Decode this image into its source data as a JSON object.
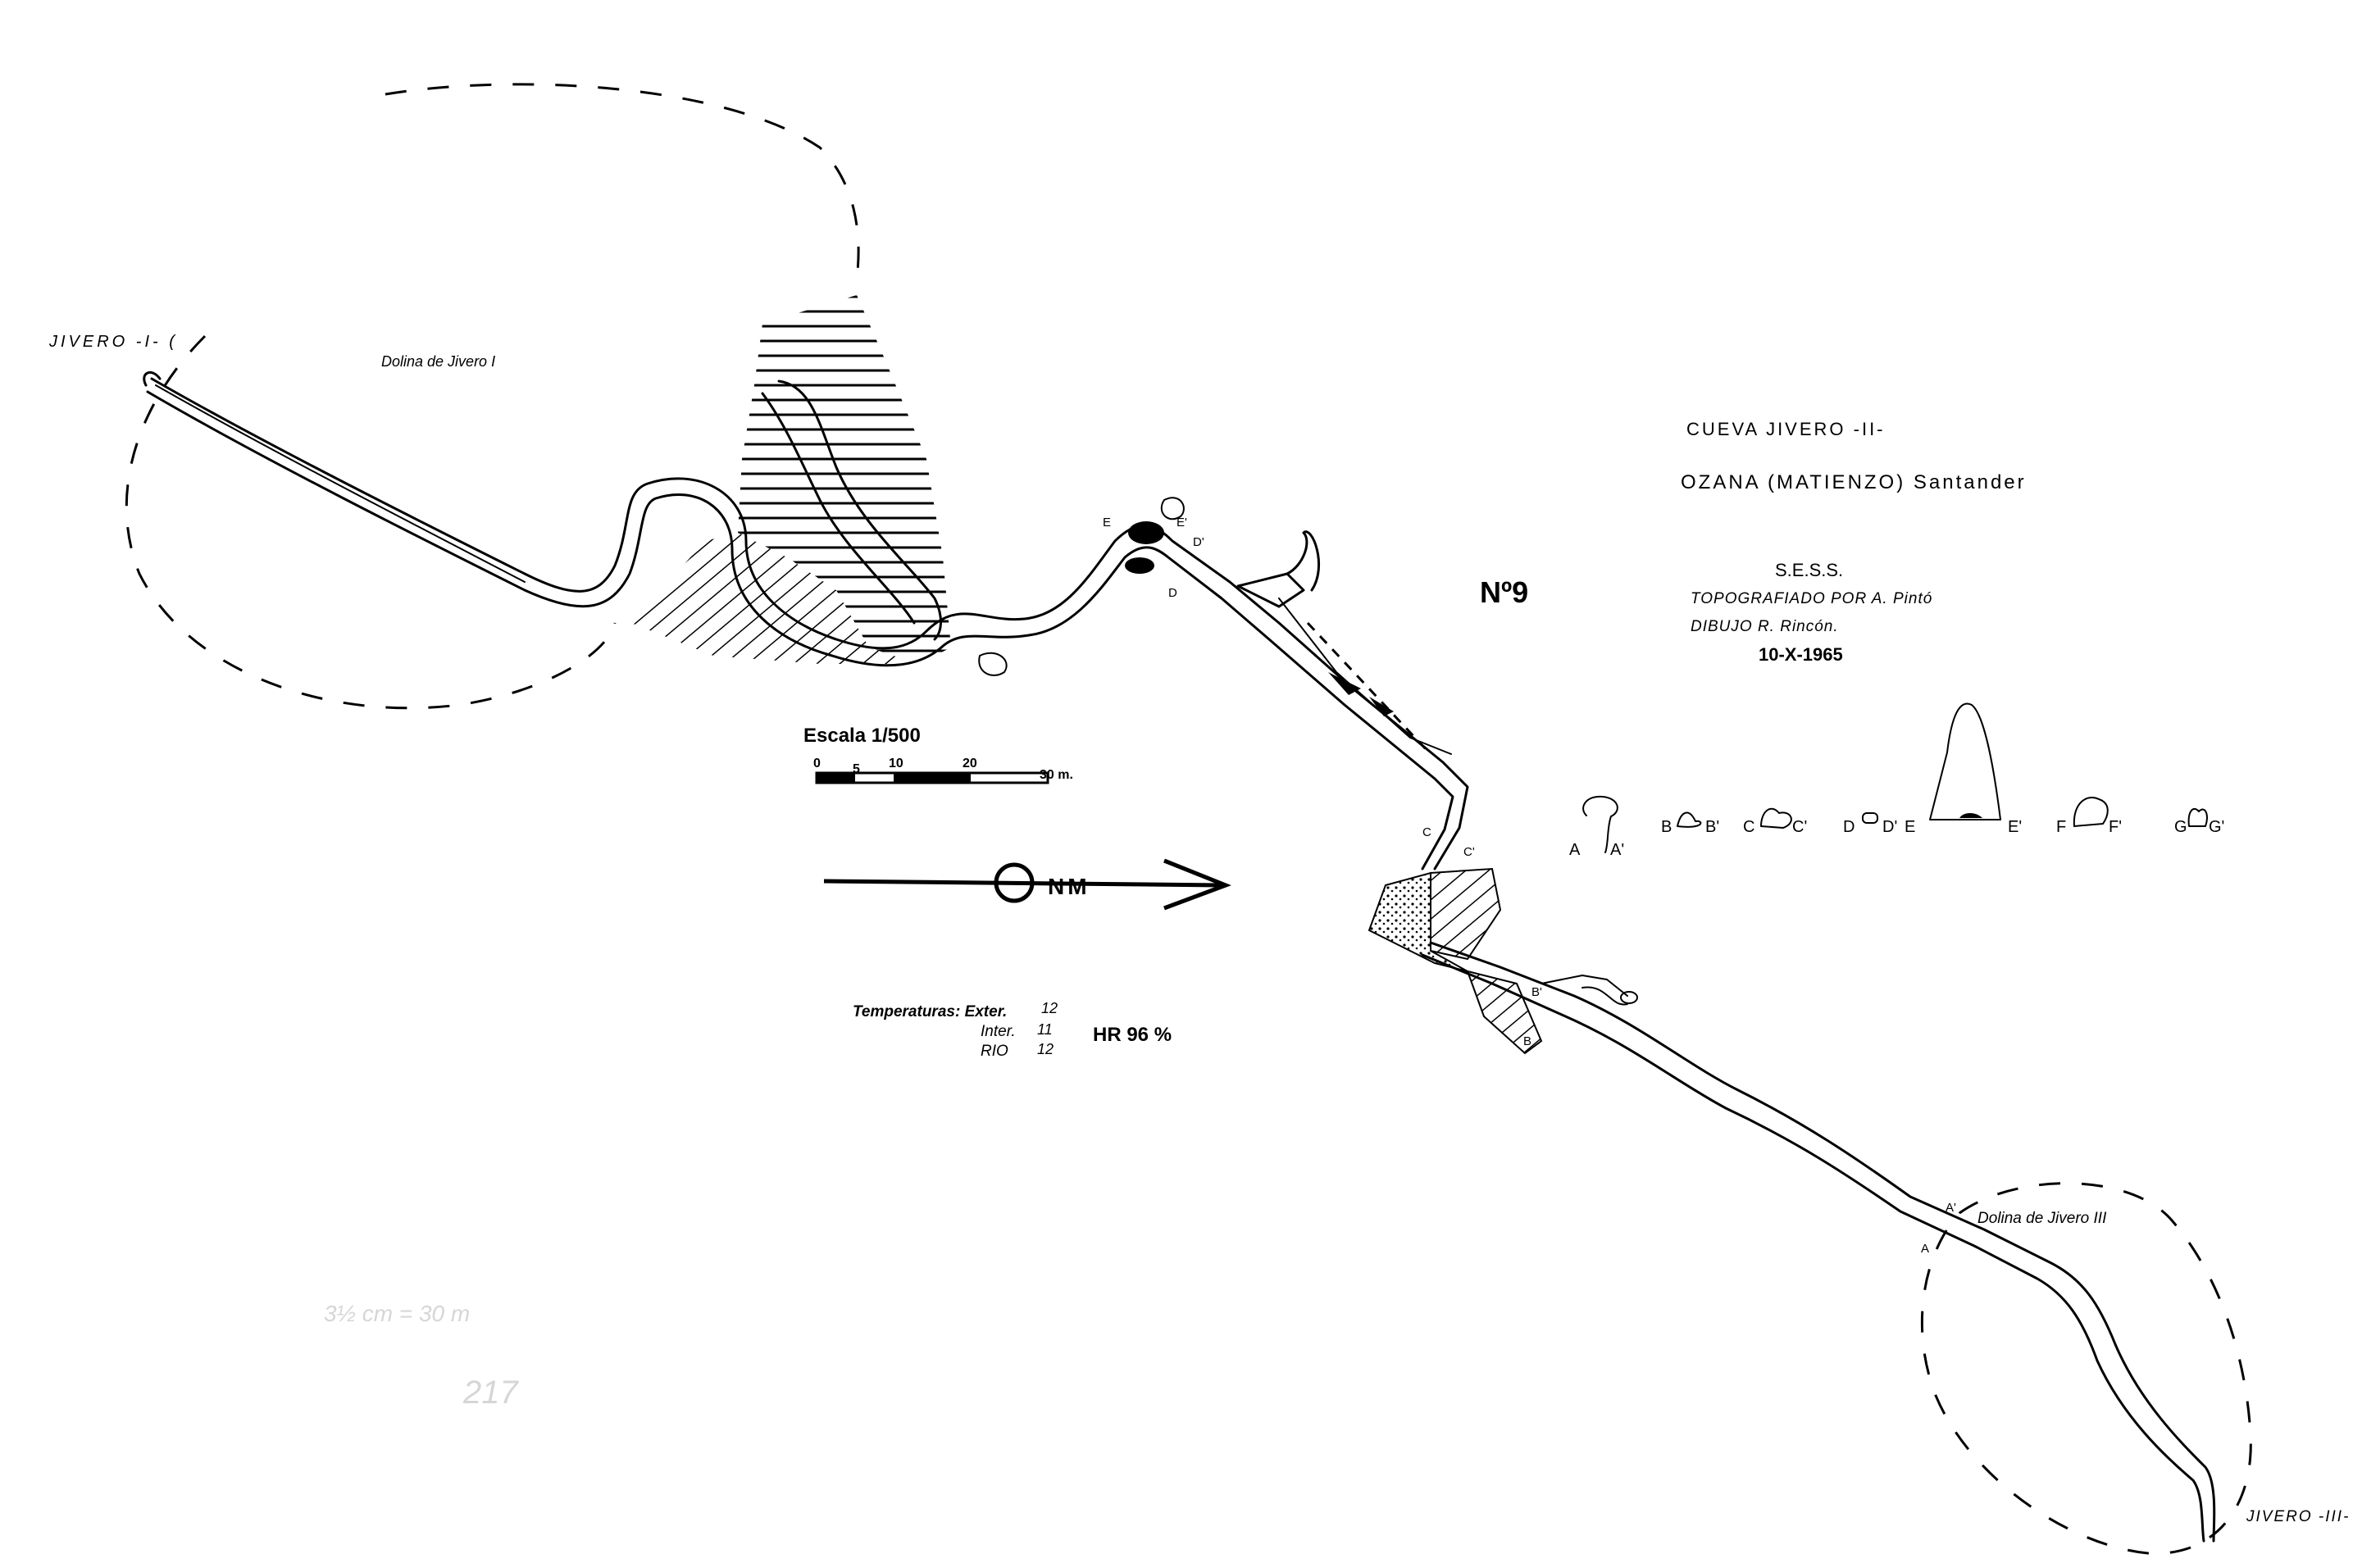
{
  "labels": {
    "entrance_1": "JIVERO -I- (",
    "doline_1": "Dolina de Jivero I",
    "cave_title": "CUEVA JIVERO -II-",
    "location": "OZANA (MATIENZO) Santander",
    "number": "Nº9",
    "club": "S.E.S.S.",
    "surveyed_by": "TOPOGRAFIADO POR A. Pintó",
    "drawn_by": "DIBUJO R. Rincón.",
    "date": "10-X-1965",
    "doline_3": "Dolina de Jivero III",
    "entrance_3": "JIVERO -III-"
  },
  "scale": {
    "title": "Escala 1/500",
    "ticks": [
      "0",
      "5",
      "10",
      "20",
      "30 m."
    ]
  },
  "north": {
    "label": "NM"
  },
  "climate": {
    "temp_label": "Temperaturas: Exter.",
    "exter": "12",
    "inter_label": "Inter.",
    "inter": "11",
    "rio_label": "RIO",
    "rio": "12",
    "humidity": "HR 96 %"
  },
  "sections": {
    "A": "A",
    "A_prime": "A'",
    "B": "B",
    "B_prime": "B'",
    "C": "C",
    "C_prime": "C'",
    "D": "D",
    "D_prime": "D'",
    "E": "E",
    "E_prime": "E'",
    "F": "F",
    "F_prime": "F'",
    "G": "G",
    "G_prime": "G'"
  },
  "plan_markers": {
    "E": "E",
    "E_prime": "E'",
    "D": "D",
    "D_prime": "D'",
    "C": "C",
    "C_prime": "C'",
    "B": "B",
    "B_prime": "B'",
    "A": "A",
    "A_prime": "A'"
  },
  "archive_notes": {
    "scale_note": "3½ cm = 30 m",
    "folio": "217"
  }
}
